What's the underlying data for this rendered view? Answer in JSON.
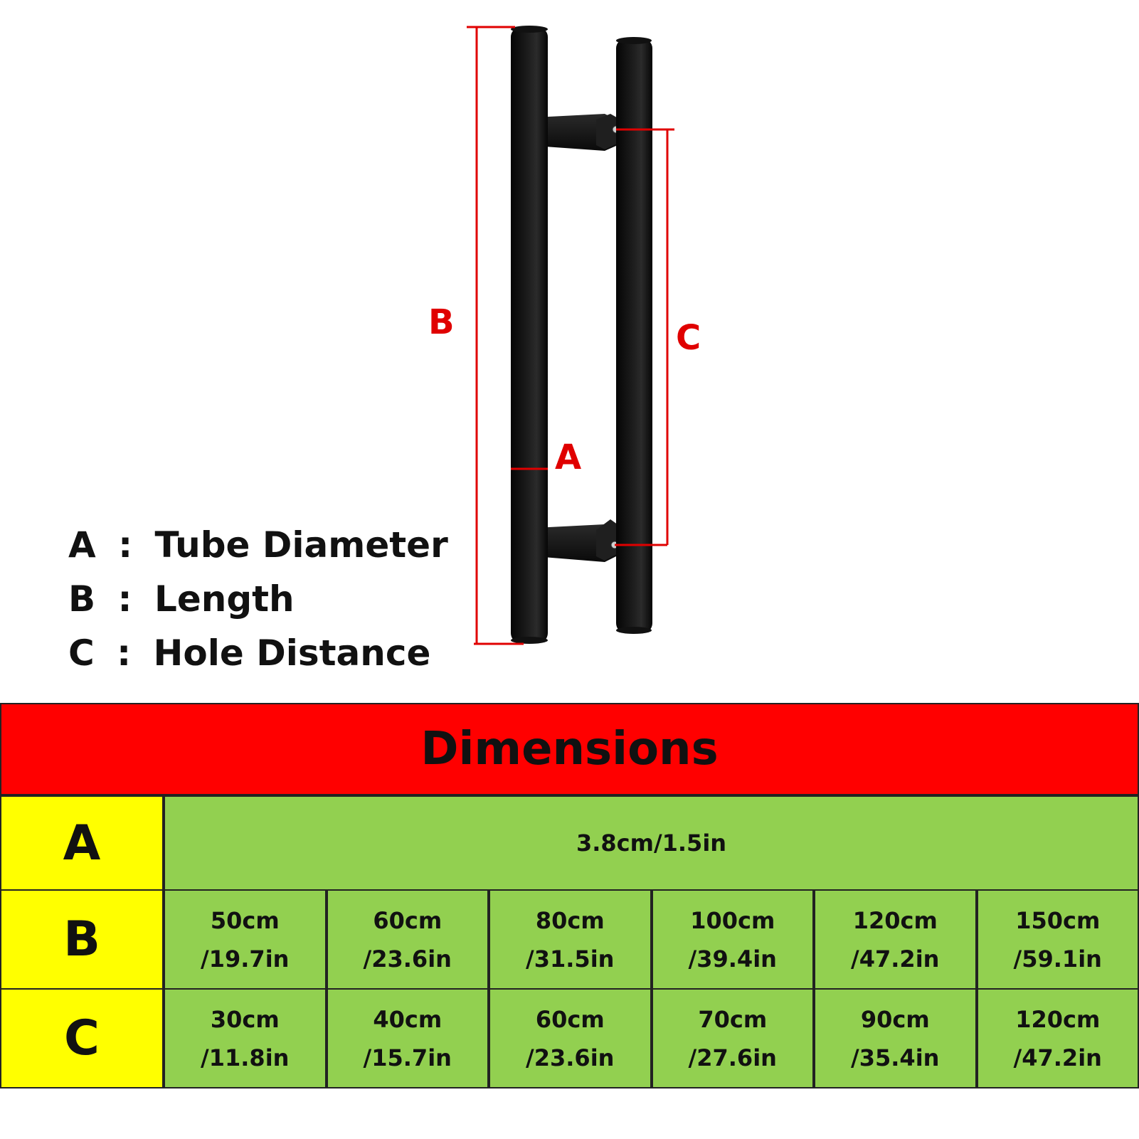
{
  "diagram": {
    "labels": {
      "a": "A",
      "b": "B",
      "c": "C"
    },
    "accent_color": "#e00000",
    "legend": [
      {
        "letter": "A",
        "sep": ":",
        "text": "Tube Diameter"
      },
      {
        "letter": "B",
        "sep": ":",
        "text": "Length"
      },
      {
        "letter": "C",
        "sep": ":",
        "text": "Hole Distance"
      }
    ]
  },
  "table": {
    "title": "Dimensions",
    "header_color": "#ff0000",
    "label_color": "#ffff00",
    "cell_color": "#92d050",
    "row_a": {
      "label": "A",
      "value": "3.8cm/1.5in"
    },
    "row_b": {
      "label": "B",
      "cells": [
        {
          "cm": "50cm",
          "in": "/19.7in"
        },
        {
          "cm": "60cm",
          "in": "/23.6in"
        },
        {
          "cm": "80cm",
          "in": "/31.5in"
        },
        {
          "cm": "100cm",
          "in": "/39.4in"
        },
        {
          "cm": "120cm",
          "in": "/47.2in"
        },
        {
          "cm": "150cm",
          "in": "/59.1in"
        }
      ]
    },
    "row_c": {
      "label": "C",
      "cells": [
        {
          "cm": "30cm",
          "in": "/11.8in"
        },
        {
          "cm": "40cm",
          "in": "/15.7in"
        },
        {
          "cm": "60cm",
          "in": "/23.6in"
        },
        {
          "cm": "70cm",
          "in": "/27.6in"
        },
        {
          "cm": "90cm",
          "in": "/35.4in"
        },
        {
          "cm": "120cm",
          "in": "/47.2in"
        }
      ]
    }
  }
}
